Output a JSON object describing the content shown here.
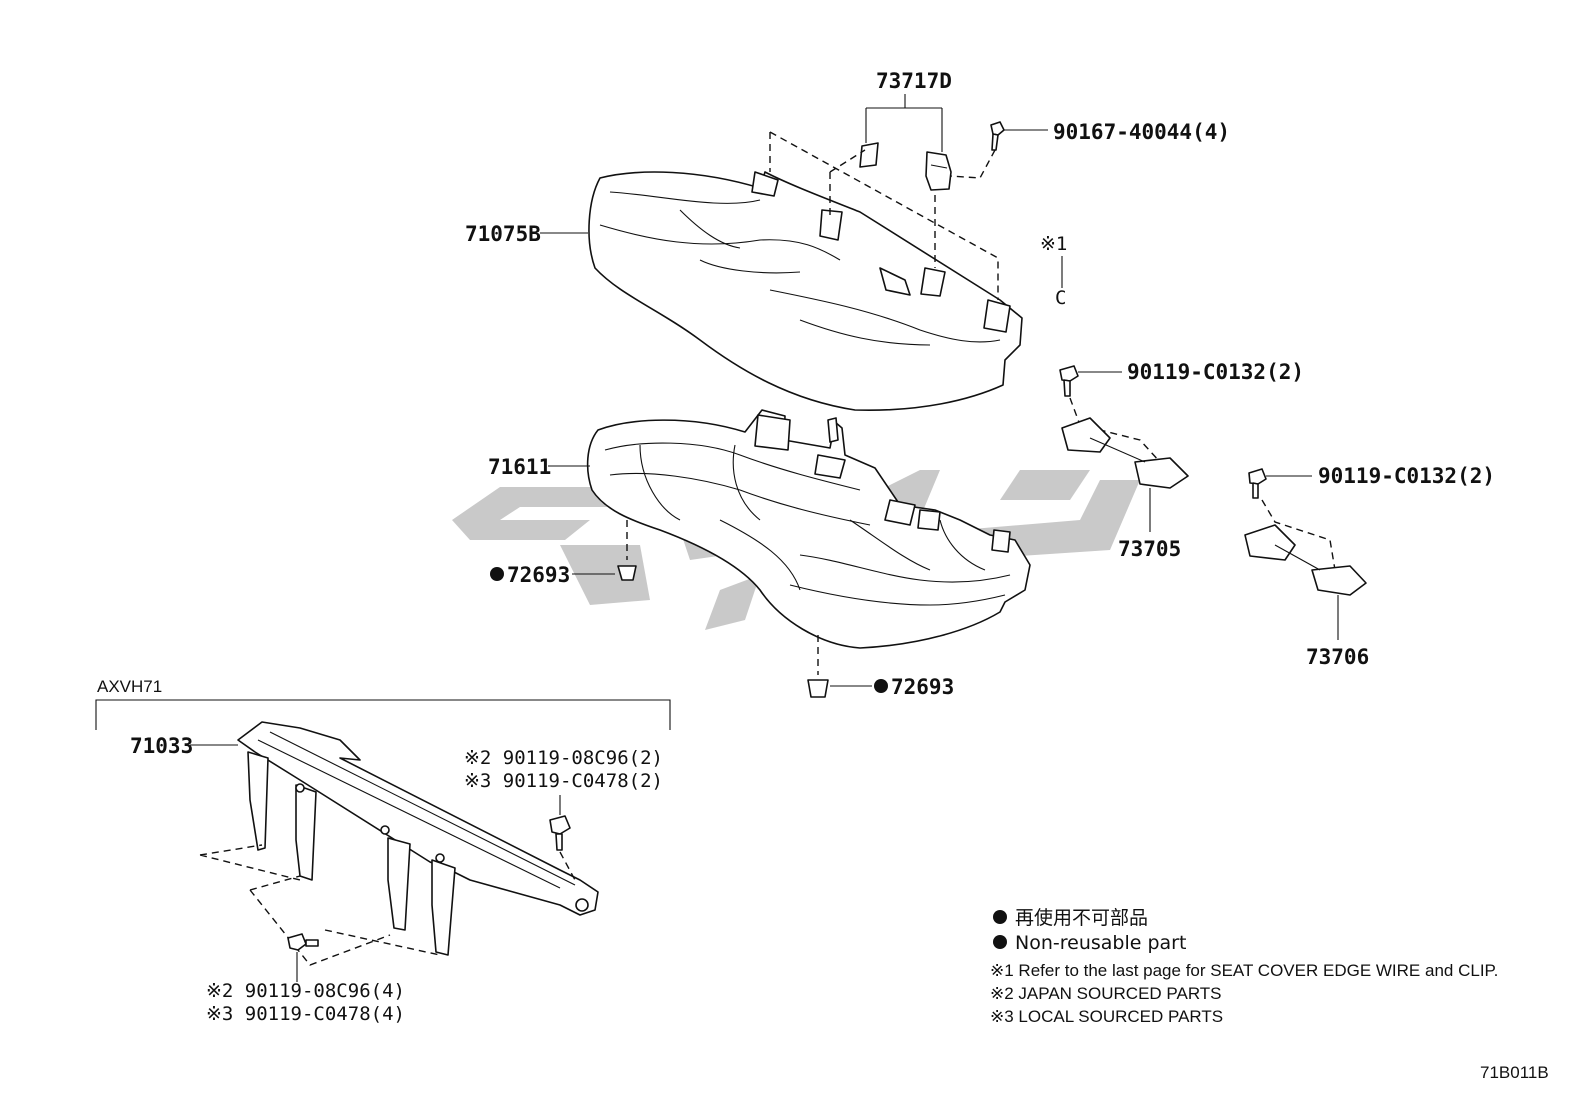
{
  "parts": {
    "p73717D": "73717D",
    "p90167": "90167-40044(4)",
    "p71075B": "71075B",
    "note1_mark": "※1",
    "clip_c": "C",
    "p90119_top_a": "90119-C0132(2)",
    "p90119_top_b": "90119-C0132(2)",
    "p71611": "71611",
    "p73705": "73705",
    "p73706": "73706",
    "p72693_a": "72693",
    "p72693_b": "72693",
    "group_label": "AXVH71",
    "p71033": "71033",
    "bolt_right_l1": "※2 90119-08C96(2)",
    "bolt_right_l2": "※3 90119-C0478(2)",
    "bolt_bottom_l1": "※2 90119-08C96(4)",
    "bolt_bottom_l2": "※3 90119-C0478(4)"
  },
  "legend": {
    "jp": "再使用不可部品",
    "en": "Non-reusable part",
    "note1": "※1 Refer to the last page for SEAT COVER EDGE WIRE and CLIP.",
    "note2": "※2 JAPAN SOURCED PARTS",
    "note3": "※3 LOCAL SOURCED PARTS"
  },
  "figure_code": "71B011B",
  "colors": {
    "ink": "#111111",
    "watermark": "#c9c9c9"
  }
}
